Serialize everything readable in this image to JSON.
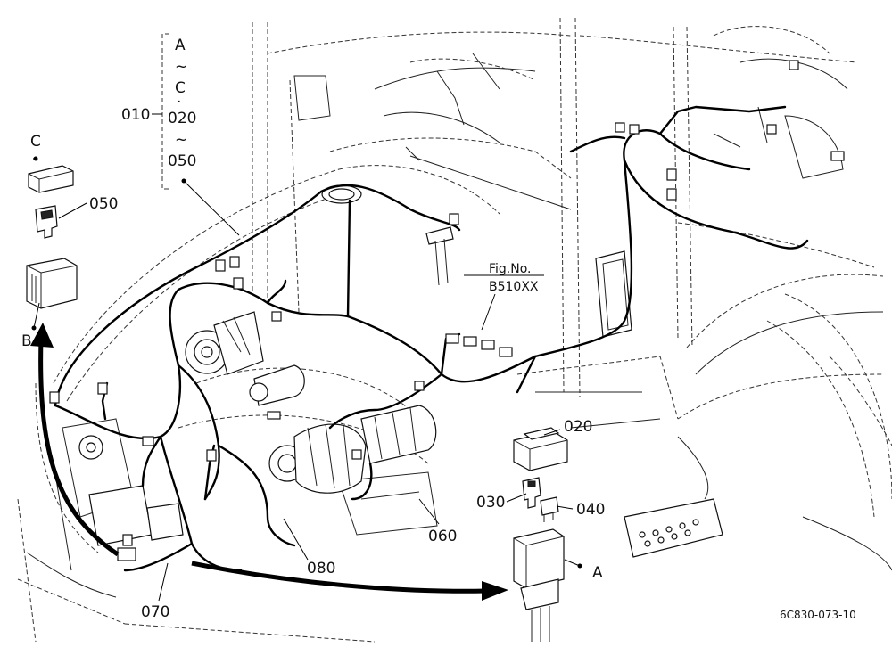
{
  "callouts": {
    "range_a": "A",
    "tilde_1": "~",
    "range_c": "C",
    "dot": "·",
    "range_020": "020",
    "tilde_2": "~",
    "range_050": "050",
    "item_010": "010",
    "item_020": "020",
    "item_030": "030",
    "item_040": "040",
    "item_050": "050",
    "item_060": "060",
    "item_070": "070",
    "item_080": "080",
    "ref_a": "A",
    "ref_b": "B",
    "ref_c": "C",
    "fig_no": "Fig.No.",
    "fig_code": "B510XX",
    "drawing_code": "6C830-073-10"
  }
}
